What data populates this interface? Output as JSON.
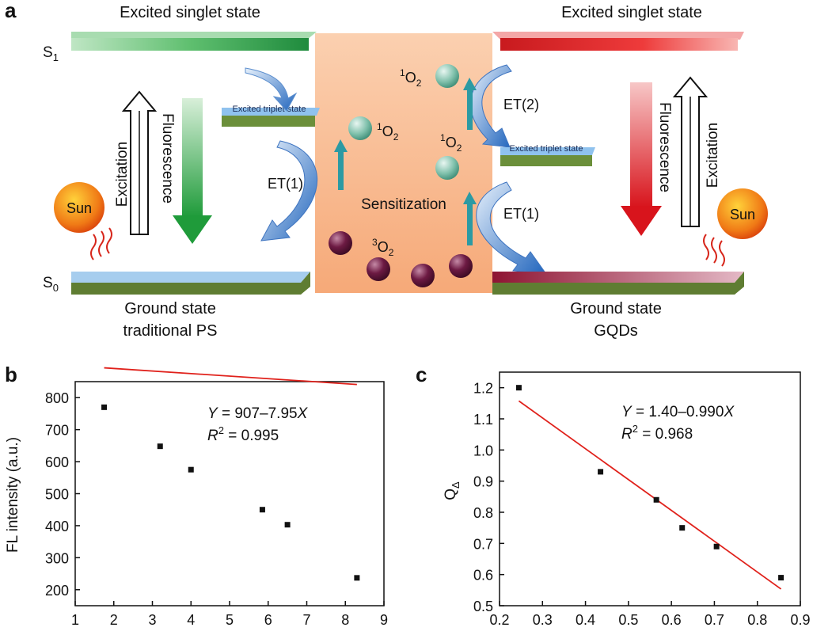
{
  "diagram": {
    "panel_label": "a",
    "left": {
      "top_label": "Excited singlet state",
      "s1": "S",
      "s1_sub": "1",
      "s0": "S",
      "s0_sub": "0",
      "triplet": "Excited triplet state",
      "excitation": "Excitation",
      "fluorescence": "Fluorescence",
      "sun": "Sun",
      "et": "ET(1)",
      "bottom_line1": "Ground state",
      "bottom_line2": "traditional PS"
    },
    "right": {
      "top_label": "Excited singlet state",
      "triplet": "Excited triplet state",
      "excitation": "Excitation",
      "fluorescence": "Fluorescence",
      "sun": "Sun",
      "et1": "ET(1)",
      "et2": "ET(2)",
      "bottom_line1": "Ground state",
      "bottom_line2": "GQDs"
    },
    "center": {
      "sensitization": "Sensitization",
      "o2_singlet_sup": "1",
      "o2_triplet_sup": "3",
      "o2_base": "O",
      "o2_sub": "2"
    },
    "colors": {
      "green": "#2e9b4a",
      "red": "#e8262b",
      "center_box": "#f9b98e",
      "singlet_sphere": "#7fbfa8",
      "triplet_sphere": "#5b1535",
      "blue_arrow": "#2f73c7"
    }
  },
  "chart_data": [
    {
      "type": "scatter",
      "panel_label": "b",
      "ylabel": "FL intensity (a.u.)",
      "xlabel": "",
      "xlim": [
        1,
        9
      ],
      "ylim": [
        150,
        850
      ],
      "x_ticks": [
        "1",
        "2",
        "3",
        "4",
        "5",
        "6",
        "7",
        "8",
        "9"
      ],
      "y_ticks": [
        "200",
        "300",
        "400",
        "500",
        "600",
        "700",
        "800"
      ],
      "points": {
        "x": [
          1.75,
          3.2,
          4.0,
          5.85,
          6.5,
          8.3
        ],
        "y": [
          770,
          648,
          575,
          450,
          403,
          237
        ]
      },
      "fit": {
        "intercept": 907,
        "slope": -7.95,
        "x_range": [
          1.75,
          8.3
        ]
      },
      "equation_y": "Y",
      "equation_rhs": " = 907–7.95",
      "equation_x": "X",
      "r2_label": "R",
      "r2_sup": "2",
      "r2_value": " = 0.995",
      "marker_color": "#111111",
      "line_color": "#e0211b"
    },
    {
      "type": "scatter",
      "panel_label": "c",
      "ylabel_base": "Q",
      "ylabel_sub": "Δ",
      "xlabel": "",
      "xlim": [
        0.2,
        0.9
      ],
      "ylim": [
        0.5,
        1.25
      ],
      "x_ticks": [
        "0.2",
        "0.3",
        "0.4",
        "0.5",
        "0.6",
        "0.7",
        "0.8",
        "0.9"
      ],
      "y_ticks": [
        "0.5",
        "0.6",
        "0.7",
        "0.8",
        "0.9",
        "1.0",
        "1.1",
        "1.2"
      ],
      "points": {
        "x": [
          0.245,
          0.435,
          0.565,
          0.625,
          0.705,
          0.855
        ],
        "y": [
          1.2,
          0.93,
          0.84,
          0.75,
          0.69,
          0.59
        ]
      },
      "fit": {
        "intercept": 1.4,
        "slope": -0.99,
        "x_range": [
          0.245,
          0.855
        ]
      },
      "equation_y": "Y",
      "equation_rhs": " = 1.40–0.990",
      "equation_x": "X",
      "r2_label": "R",
      "r2_sup": "2",
      "r2_value": " = 0.968",
      "marker_color": "#111111",
      "line_color": "#e0211b"
    }
  ]
}
